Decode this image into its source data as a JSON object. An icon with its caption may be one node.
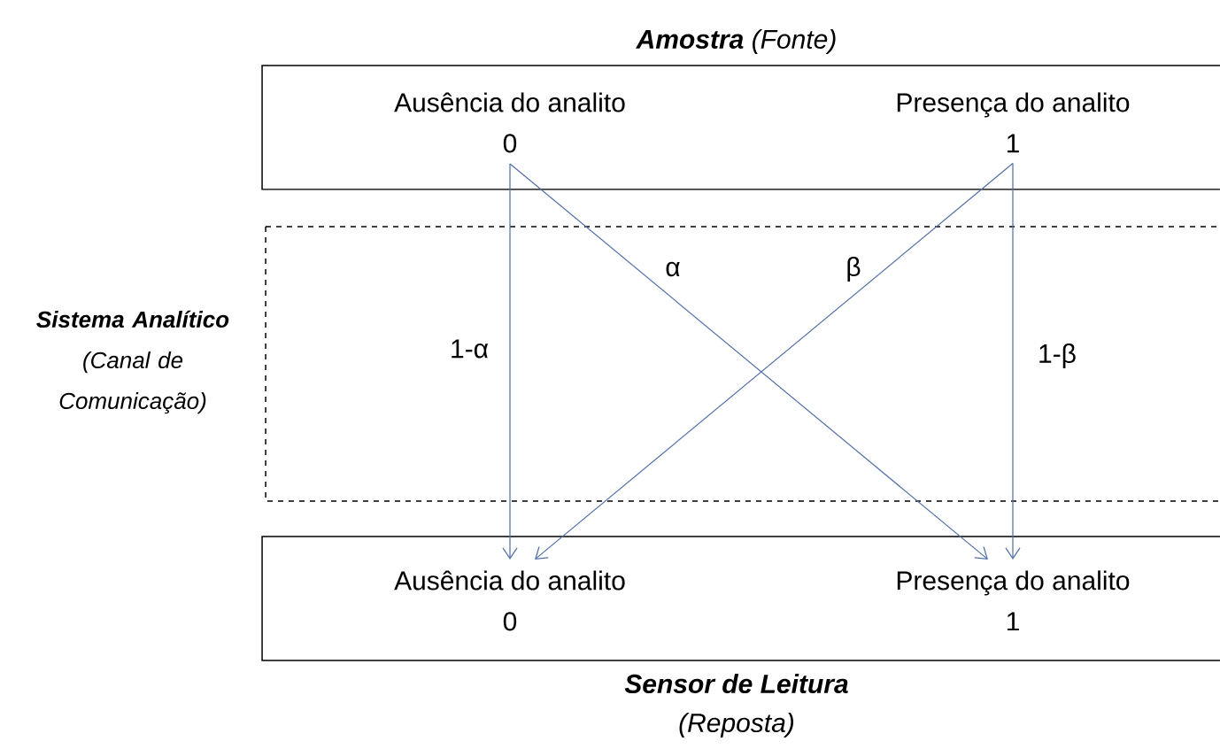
{
  "diagram": {
    "nodes": [
      {
        "text": [
          "Amostra",
          "(Fonte)"
        ]
      },
      {
        "text": [
          "Ausência do analito",
          "0"
        ],
        "in": 0
      },
      {
        "text": [
          "Presença do analito",
          "1"
        ],
        "in": 0
      },
      {
        "text": [
          "Sensor de Leitura",
          "(Reposta)"
        ]
      },
      {
        "text": [
          "Ausência do analito",
          "0"
        ],
        "in": 3
      },
      {
        "text": [
          "Presença do analito",
          "1"
        ],
        "in": 3
      }
    ],
    "edges": [
      {
        "from": 1,
        "to": 4,
        "arrow": "to",
        "label": "1-α"
      },
      {
        "from": 1,
        "to": 5,
        "arrow": "to",
        "label": "α"
      },
      {
        "from": 2,
        "to": 4,
        "arrow": "to",
        "label": "β"
      },
      {
        "from": 2,
        "to": 5,
        "arrow": "to",
        "label": "1-β"
      }
    ],
    "labels": [
      "Sistema Analítico",
      "(Canal de Comunicação)"
    ]
  }
}
